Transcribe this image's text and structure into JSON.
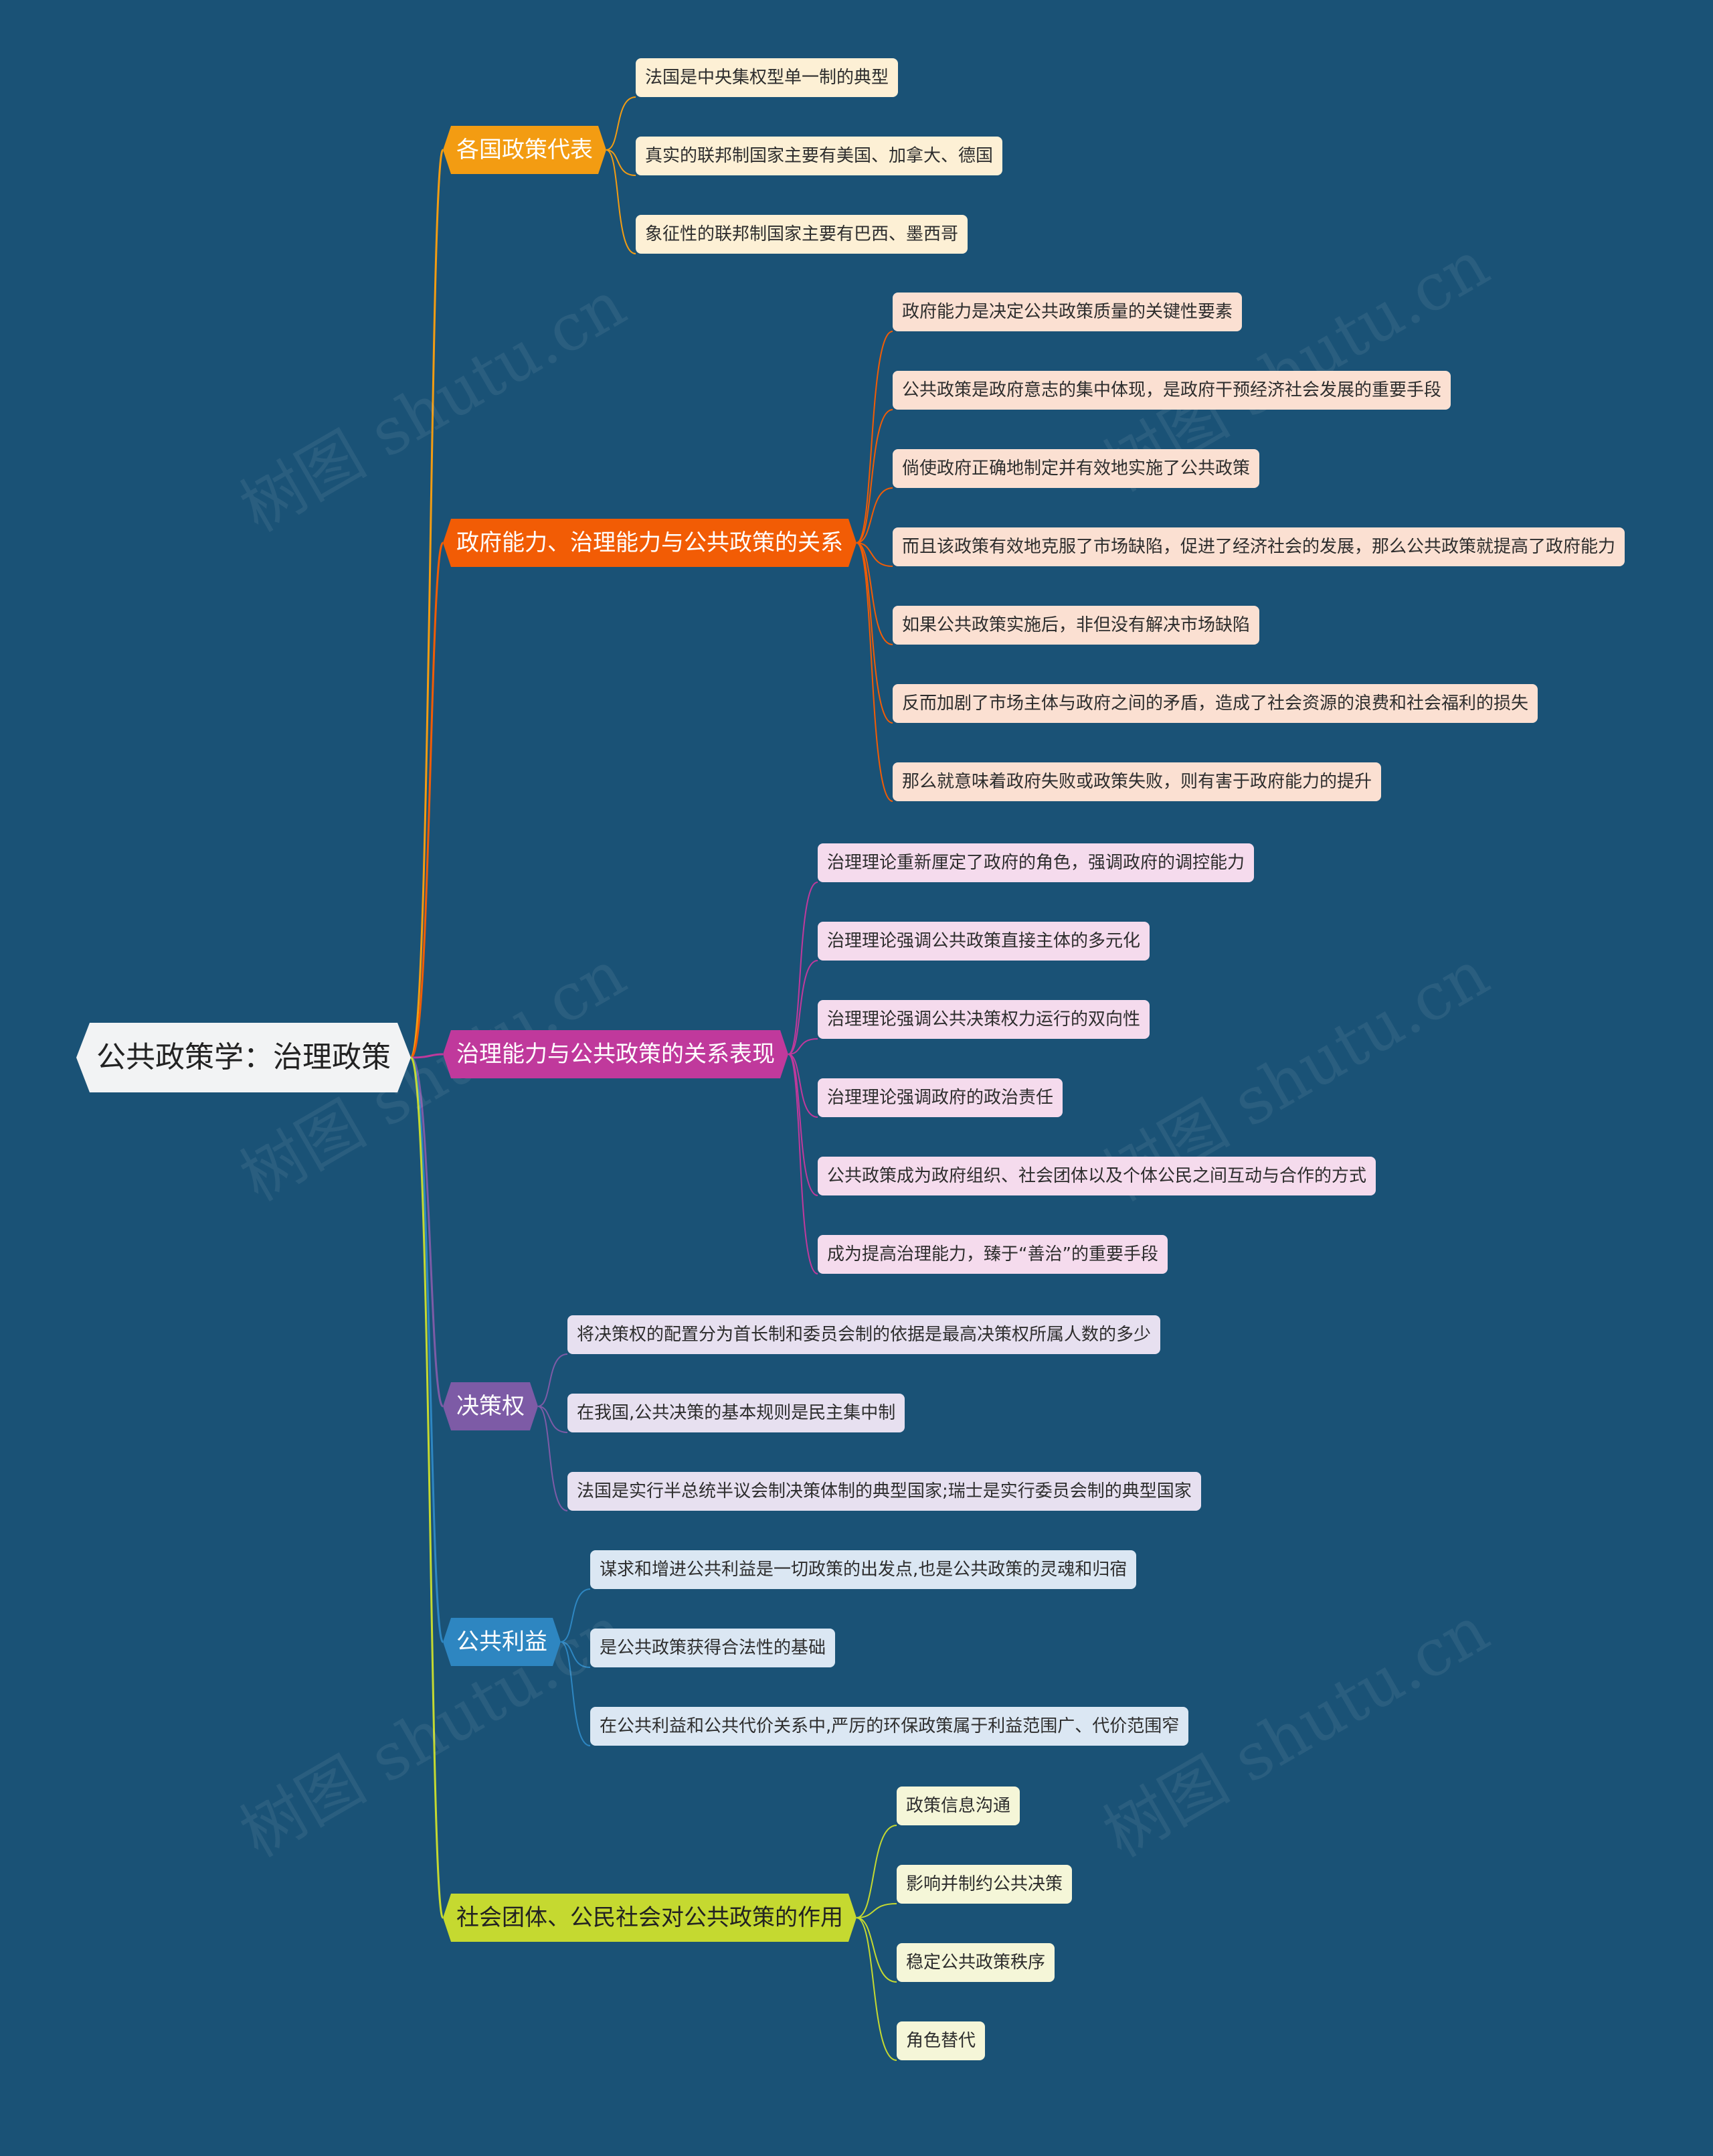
{
  "title": "公共政策学：治理政策",
  "watermark": "树图 shutu.cn",
  "branches": [
    {
      "label": "各国政策代表",
      "color": "#f39c12",
      "leaf_bg": "#fdf0d5",
      "items": [
        "法国是中央集权型单一制的典型",
        "真实的联邦制国家主要有美国、加拿大、德国",
        "象征性的联邦制国家主要有巴西、墨西哥"
      ]
    },
    {
      "label": "政府能力、治理能力与公共政策的关系",
      "color": "#f25c05",
      "leaf_bg": "#fbe0d2",
      "items": [
        "政府能力是决定公共政策质量的关键性要素",
        "公共政策是政府意志的集中体现，是政府干预经济社会发展的重要手段",
        "倘使政府正确地制定并有效地实施了公共政策",
        "而且该政策有效地克服了市场缺陷，促进了经济社会的发展，那么公共政策就提高了政府能力",
        "如果公共政策实施后，非但没有解决市场缺陷",
        "反而加剧了市场主体与政府之间的矛盾，造成了社会资源的浪费和社会福利的损失",
        "那么就意味着政府失败或政策失败，则有害于政府能力的提升"
      ]
    },
    {
      "label": "治理能力与公共政策的关系表现",
      "color": "#c0399c",
      "leaf_bg": "#f5dbed",
      "items": [
        "治理理论重新厘定了政府的角色，强调政府的调控能力",
        "治理理论强调公共政策直接主体的多元化",
        "治理理论强调公共决策权力运行的双向性",
        "治理理论强调政府的政治责任",
        "公共政策成为政府组织、社会团体以及个体公民之间互动与合作的方式",
        "成为提高治理能力，臻于“善治”的重要手段"
      ]
    },
    {
      "label": "决策权",
      "color": "#7d5ba6",
      "leaf_bg": "#e7e0f0",
      "items": [
        "将决策权的配置分为首长制和委员会制的依据是最高决策权所属人数的多少",
        "在我国,公共决策的基本规则是民主集中制",
        "法国是实行半总统半议会制决策体制的典型国家;瑞士是实行委员会制的典型国家"
      ]
    },
    {
      "label": "公共利益",
      "color": "#2e86c1",
      "leaf_bg": "#dbe7f3",
      "items": [
        "谋求和增进公共利益是一切政策的出发点,也是公共政策的灵魂和归宿",
        "是公共政策获得合法性的基础",
        "在公共利益和公共代价关系中,严厉的环保政策属于利益范围广、代价范围窄"
      ]
    },
    {
      "label": "社会团体、公民社会对公共政策的作用",
      "color": "#c5d930",
      "leaf_bg": "#f5f6d8",
      "items": [
        "政策信息沟通",
        "影响并制约公共决策",
        "稳定公共政策秩序",
        "角色替代"
      ]
    }
  ]
}
